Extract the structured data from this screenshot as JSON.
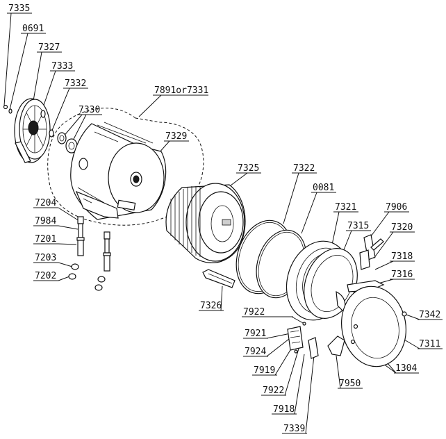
{
  "parts": [
    {
      "id": "p7335",
      "label": "7335"
    },
    {
      "id": "p0691",
      "label": "0691"
    },
    {
      "id": "p7327",
      "label": "7327"
    },
    {
      "id": "p7333",
      "label": "7333"
    },
    {
      "id": "p7332",
      "label": "7332"
    },
    {
      "id": "p7330",
      "label": "7330"
    },
    {
      "id": "p7891",
      "label": "7891or7331"
    },
    {
      "id": "p7329",
      "label": "7329"
    },
    {
      "id": "p7325",
      "label": "7325"
    },
    {
      "id": "p7322",
      "label": "7322"
    },
    {
      "id": "p0081",
      "label": "0081"
    },
    {
      "id": "p7321",
      "label": "7321"
    },
    {
      "id": "p7906",
      "label": "7906"
    },
    {
      "id": "p7315",
      "label": "7315"
    },
    {
      "id": "p7320",
      "label": "7320"
    },
    {
      "id": "p7318",
      "label": "7318"
    },
    {
      "id": "p7316",
      "label": "7316"
    },
    {
      "id": "p7342",
      "label": "7342"
    },
    {
      "id": "p7311",
      "label": "7311"
    },
    {
      "id": "p1304",
      "label": "1304"
    },
    {
      "id": "p7950",
      "label": "7950"
    },
    {
      "id": "p7339",
      "label": "7339"
    },
    {
      "id": "p7918",
      "label": "7918"
    },
    {
      "id": "p7922b",
      "label": "7922"
    },
    {
      "id": "p7919",
      "label": "7919"
    },
    {
      "id": "p7924",
      "label": "7924"
    },
    {
      "id": "p7921",
      "label": "7921"
    },
    {
      "id": "p7922a",
      "label": "7922"
    },
    {
      "id": "p7326",
      "label": "7326"
    },
    {
      "id": "p7204",
      "label": "7204"
    },
    {
      "id": "p7984",
      "label": "7984"
    },
    {
      "id": "p7201",
      "label": "7201"
    },
    {
      "id": "p7203",
      "label": "7203"
    },
    {
      "id": "p7202",
      "label": "7202"
    }
  ]
}
